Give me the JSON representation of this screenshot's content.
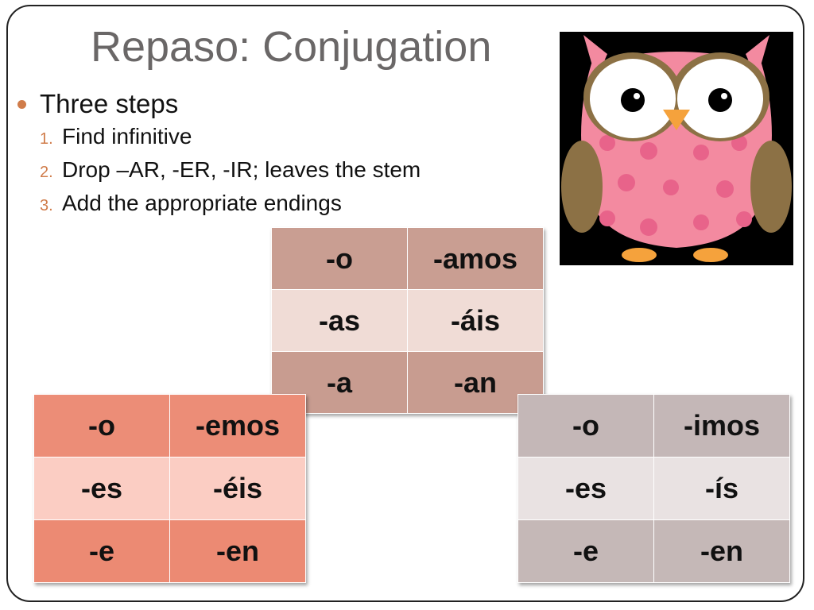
{
  "slide": {
    "title": "Repaso: Conjugation",
    "bullet": "Three steps",
    "steps": [
      {
        "num": "1.",
        "text": "Find infinitive"
      },
      {
        "num": "2.",
        "text": "Drop –AR, -ER, -IR; leaves the stem"
      },
      {
        "num": "3.",
        "text": "Add the appropriate endings"
      }
    ]
  },
  "tables": {
    "ar": {
      "rows": [
        [
          "-o",
          "-amos"
        ],
        [
          "-as",
          "-áis"
        ],
        [
          "-a",
          "-an"
        ]
      ],
      "row_colors": [
        "#c99e92",
        "#f0dcd6",
        "#c89c90"
      ]
    },
    "er": {
      "rows": [
        [
          "-o",
          "-emos"
        ],
        [
          "-es",
          "-éis"
        ],
        [
          "-e",
          "-en"
        ]
      ],
      "row_colors": [
        "#ec8d77",
        "#fbcdc3",
        "#ec8a73"
      ]
    },
    "ir": {
      "rows": [
        [
          "-o",
          "-imos"
        ],
        [
          "-es",
          "-ís"
        ],
        [
          "-e",
          "-en"
        ]
      ],
      "row_colors": [
        "#c4b7b7",
        "#e9e2e2",
        "#c5b8b7"
      ]
    }
  },
  "illustration": {
    "icon": "owl-icon",
    "colors": {
      "body": "#f38aa0",
      "spots": "#e8638a",
      "wings": "#8c7145",
      "beak": "#f5a23c",
      "background": "#000000"
    }
  }
}
